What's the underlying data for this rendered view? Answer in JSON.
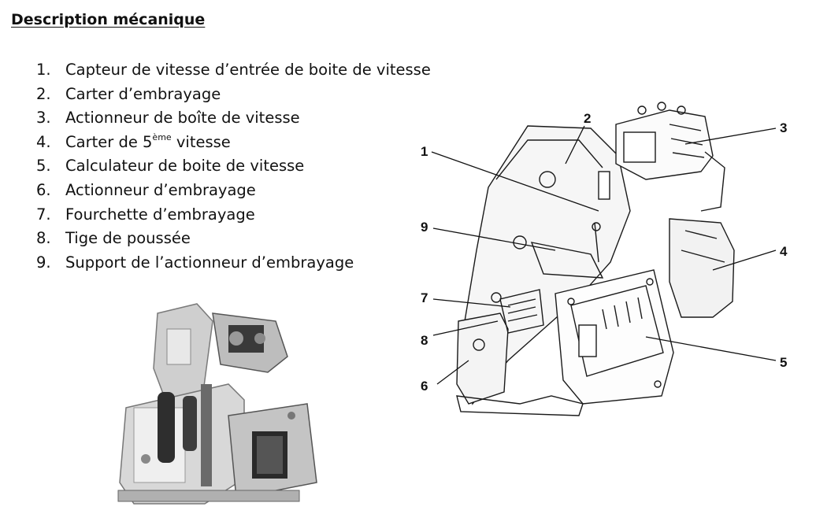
{
  "document": {
    "title": "Description mécanique",
    "parts": [
      {
        "number": "1.",
        "text": "Capteur de vitesse d’entrée de boite de vitesse"
      },
      {
        "number": "2.",
        "text": "Carter d’embrayage"
      },
      {
        "number": "3.",
        "text": "Actionneur de boîte de vitesse"
      },
      {
        "number": "4.",
        "text_before": "Carter de 5",
        "superscript": "ème",
        "text_after": " vitesse"
      },
      {
        "number": "5.",
        "text": "Calculateur de boite de vitesse"
      },
      {
        "number": "6.",
        "text": "Actionneur d’embrayage"
      },
      {
        "number": "7.",
        "text": "Fourchette d’embrayage"
      },
      {
        "number": "8.",
        "text": "Tige de poussée"
      },
      {
        "number": "9.",
        "text": "Support de l’actionneur d’embrayage"
      }
    ],
    "callouts": [
      "1",
      "2",
      "3",
      "4",
      "5",
      "6",
      "7",
      "8",
      "9"
    ]
  }
}
